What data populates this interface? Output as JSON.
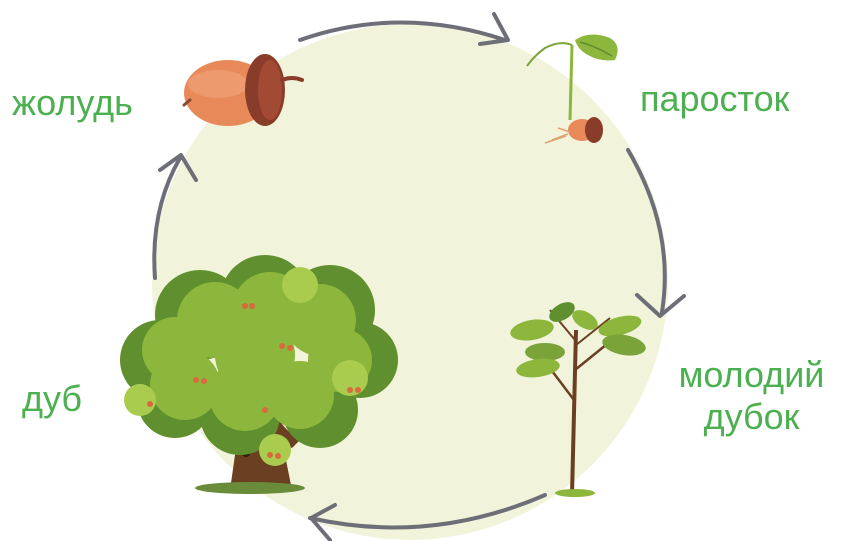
{
  "diagram": {
    "stages": [
      {
        "id": "acorn",
        "label": "жолудь"
      },
      {
        "id": "sprout",
        "label": "паросток"
      },
      {
        "id": "young-oak",
        "label_lines": [
          "молодий",
          "дубок"
        ]
      },
      {
        "id": "oak",
        "label": "дуб"
      }
    ],
    "colors": {
      "label": "#4caf50",
      "circle_fill": "#f1f4da",
      "arrow": "#6d6e78",
      "leaf_dark": "#5f8f2e",
      "leaf_mid": "#8cb63c",
      "leaf_light": "#a9cc4e",
      "trunk": "#6b3f22",
      "acorn_body": "#e8895a",
      "acorn_cap": "#8a3c2a"
    },
    "icons": [
      "acorn-icon",
      "sprout-icon",
      "young-oak-icon",
      "oak-tree-icon",
      "cycle-arrow-icon"
    ]
  }
}
